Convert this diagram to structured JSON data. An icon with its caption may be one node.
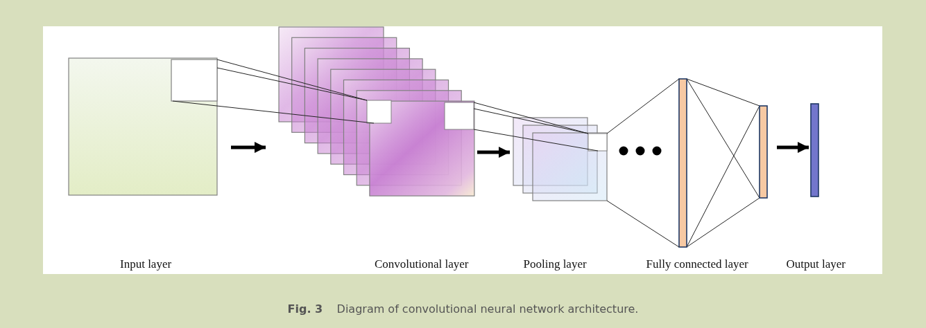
{
  "diagram": {
    "caption": "**Fig. 3**    Diagram of convolutional neural network architecture.",
    "nodes": [
      {
        "text": [],
        "shape": "box"
      },
      {
        "text": [],
        "shape": "box"
      },
      {
        "text": [],
        "shape": "box"
      },
      {
        "text": [],
        "shape": "bar"
      },
      {
        "text": [],
        "shape": "bar"
      }
    ],
    "edges": [
      {
        "from": 0,
        "to": 1,
        "arrow": "to",
        "style": "thick"
      },
      {
        "from": 1,
        "to": 2,
        "arrow": "to",
        "style": "thick"
      },
      {
        "from": 3,
        "to": 4,
        "arrow": "to",
        "style": "thick"
      },
      {
        "from": 0,
        "to": 1,
        "arrow": "none"
      },
      {
        "from": 0,
        "to": 1,
        "arrow": "none"
      },
      {
        "from": 0,
        "to": 1,
        "arrow": "none"
      },
      {
        "from": 1,
        "to": 2,
        "arrow": "none"
      },
      {
        "from": 1,
        "to": 2,
        "arrow": "none"
      },
      {
        "from": 1,
        "to": 2,
        "arrow": "none"
      },
      {
        "from": 2,
        "to": 3,
        "arrow": "none"
      },
      {
        "from": 2,
        "to": 3,
        "arrow": "none"
      }
    ],
    "labels": [
      "Input layer",
      "Convolutional layer",
      "Pooling layer",
      "Fully connected layer",
      "Output layer"
    ]
  }
}
